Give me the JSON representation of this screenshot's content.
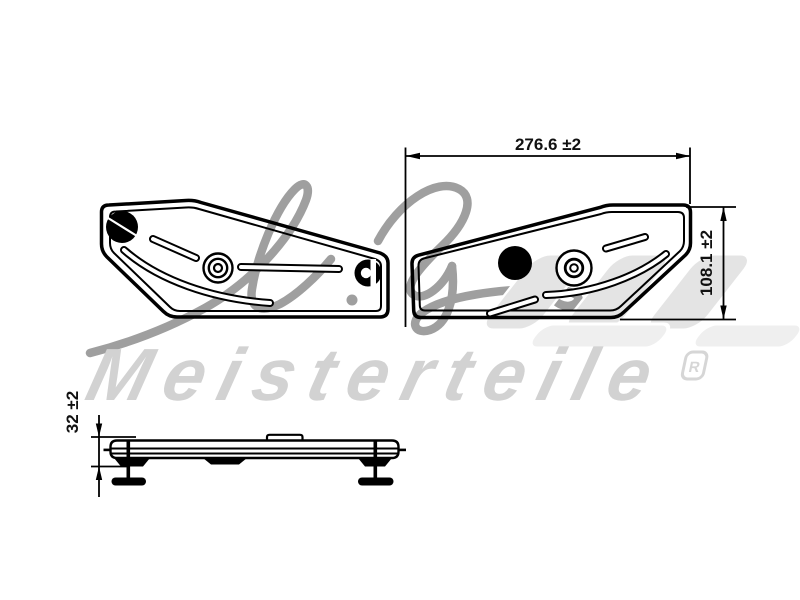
{
  "watermark": {
    "script_text": "A.Z.",
    "brand_text": "Meisterteile",
    "registered_mark": "R"
  },
  "drawing": {
    "dim_width": "276.6 ±2",
    "dim_height": "108.1 ±2",
    "dim_thickness": "32 ±2"
  },
  "colors": {
    "line_black": "#000000",
    "background": "#ffffff",
    "script_gray": "#9f9f9f",
    "brand_gray": "#d2d2d2",
    "logo_gray_1": "#e4e4e4",
    "logo_gray_2": "#efefef"
  }
}
